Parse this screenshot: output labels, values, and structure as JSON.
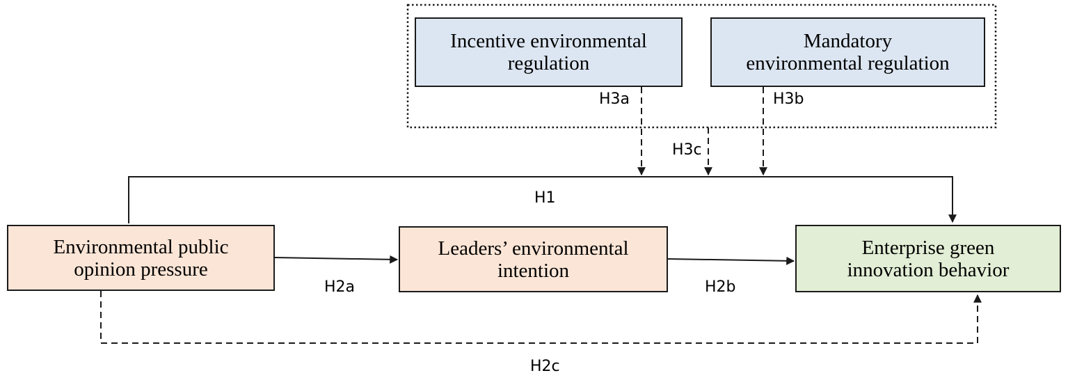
{
  "boxes": {
    "incentive": {
      "line1": "Incentive environmental",
      "line2": "regulation"
    },
    "mandatory": {
      "line1": "Mandatory",
      "line2": "environmental regulation"
    },
    "pressure": {
      "line1": "Environmental public",
      "line2": "opinion pressure"
    },
    "intention": {
      "line1": "Leaders’ environmental",
      "line2": "intention"
    },
    "green": {
      "line1": "Enterprise green",
      "line2": "innovation behavior"
    }
  },
  "hypotheses": {
    "h1": "H1",
    "h2a": "H2a",
    "h2b": "H2b",
    "h2c": "H2c",
    "h3a": "H3a",
    "h3b": "H3b",
    "h3c": "H3c"
  },
  "colors": {
    "regulation_fill": "#dce6f2",
    "variable_fill": "#fbe5d6",
    "outcome_fill": "#e2eed5",
    "stroke": "#1a1a1a"
  }
}
